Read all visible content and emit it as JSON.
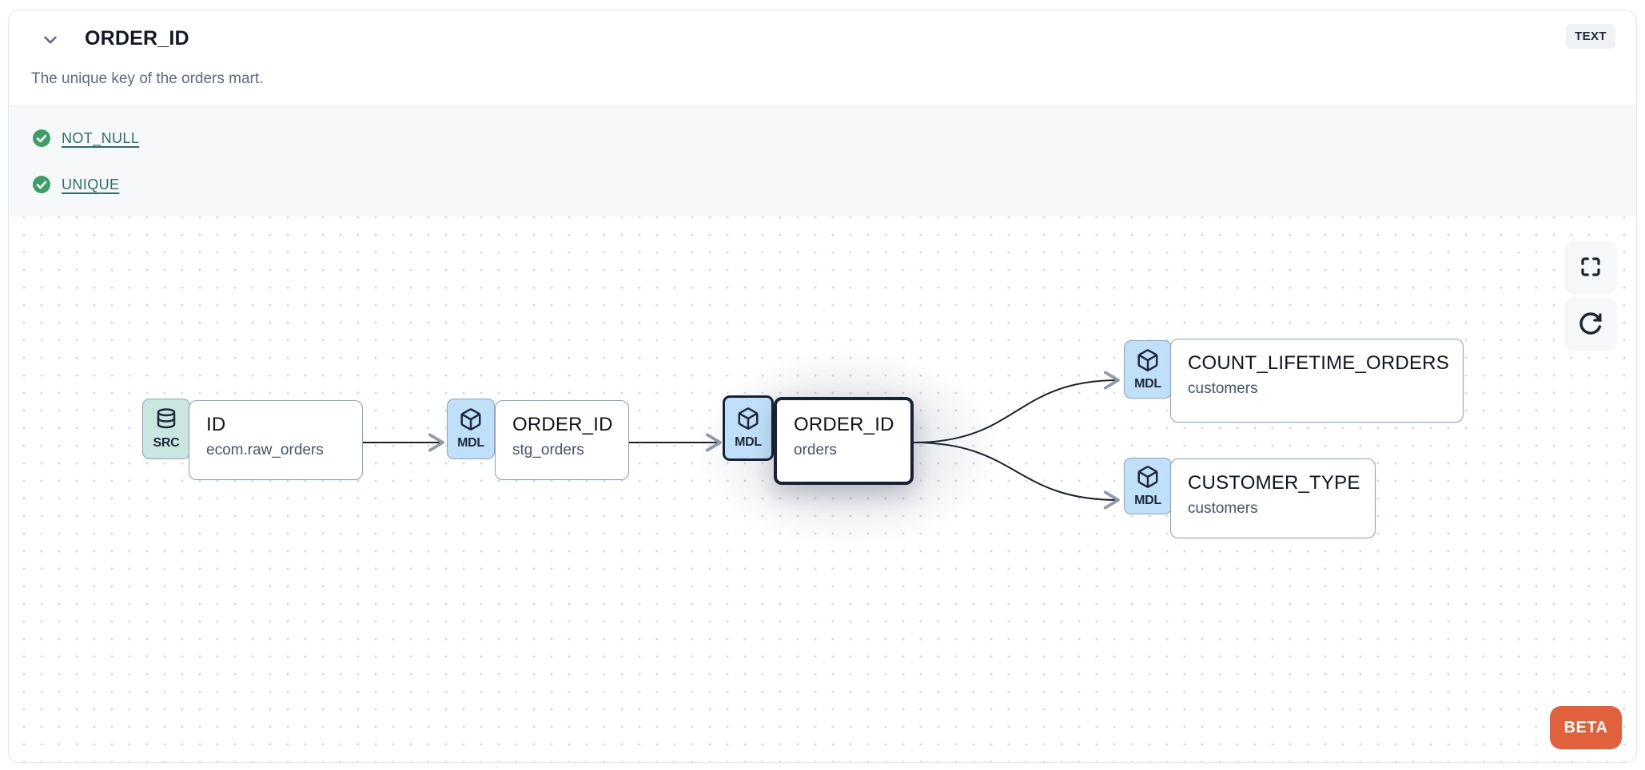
{
  "header": {
    "title": "ORDER_ID",
    "type_badge": "TEXT",
    "description": "The unique key of the orders mart."
  },
  "tests": {
    "items": [
      {
        "label": "NOT_NULL",
        "status": "pass",
        "icon": "check-circle-icon"
      },
      {
        "label": "UNIQUE",
        "status": "pass",
        "icon": "check-circle-icon"
      }
    ]
  },
  "lineage": {
    "nodes": [
      {
        "badge": "SRC",
        "icon": "database-icon",
        "title": "ID",
        "subtitle": "ecom.raw_orders",
        "selected": false
      },
      {
        "badge": "MDL",
        "icon": "cube-icon",
        "title": "ORDER_ID",
        "subtitle": "stg_orders",
        "selected": false
      },
      {
        "badge": "MDL",
        "icon": "cube-icon",
        "title": "ORDER_ID",
        "subtitle": "orders",
        "selected": true
      },
      {
        "badge": "MDL",
        "icon": "cube-icon",
        "title": "COUNT_LIFETIME_ORDERS",
        "subtitle": "customers",
        "selected": false
      },
      {
        "badge": "MDL",
        "icon": "cube-icon",
        "title": "CUSTOMER_TYPE",
        "subtitle": "customers",
        "selected": false
      }
    ],
    "edges": [
      {
        "from": 0,
        "to": 1
      },
      {
        "from": 1,
        "to": 2
      },
      {
        "from": 2,
        "to": 3
      },
      {
        "from": 2,
        "to": 4
      }
    ],
    "controls": [
      {
        "name": "fullscreen",
        "icon": "fullscreen-icon"
      },
      {
        "name": "refresh",
        "icon": "refresh-icon"
      }
    ],
    "beta_label": "BETA"
  },
  "colors": {
    "model_badge_bg": "#bfe0f8",
    "source_badge_bg": "#c9e6e1",
    "test_link": "#2e6d62",
    "check_green": "#3f9e68",
    "beta_bg": "#e0613b",
    "selected_border": "#182234",
    "edge": "#1b2129",
    "node_border": "#8fa2b5"
  }
}
